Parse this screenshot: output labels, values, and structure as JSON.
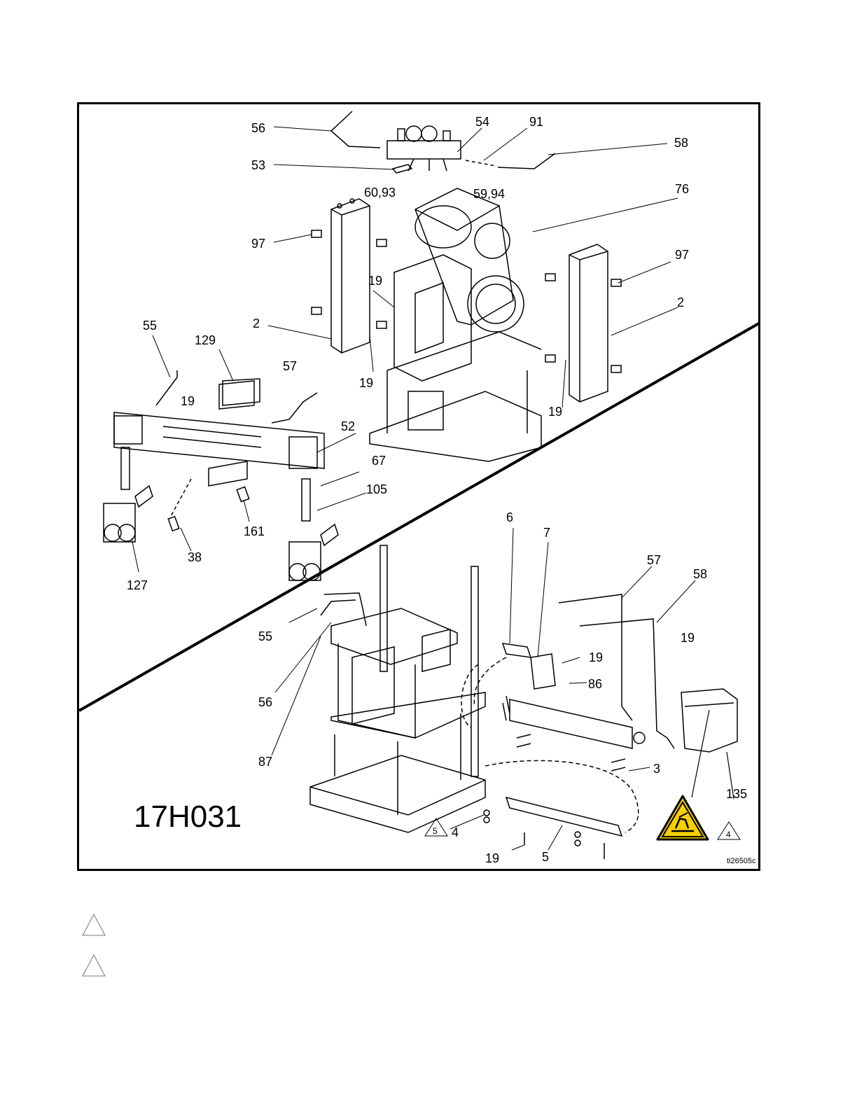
{
  "figure": {
    "model_number": "17H031",
    "image_ref": "ti26505c",
    "callouts_upper": [
      "56",
      "54",
      "91",
      "58",
      "53",
      "60,93",
      "59,94",
      "76",
      "97",
      "97",
      "19",
      "2",
      "2",
      "55",
      "129",
      "57",
      "19",
      "52",
      "19",
      "19",
      "67",
      "105",
      "161",
      "38",
      "127"
    ],
    "callouts_lower": [
      "6",
      "7",
      "57",
      "58",
      "19",
      "19",
      "86",
      "55",
      "56",
      "87",
      "3",
      "135",
      "4",
      "19",
      "5"
    ],
    "note_flags": [
      "5",
      "4"
    ]
  },
  "notes": [
    {
      "symbol": "triangle"
    },
    {
      "symbol": "triangle"
    }
  ],
  "icons": {
    "warning_label": "hot-surface-warning-icon",
    "note_flag": "note-triangle-icon"
  },
  "colors": {
    "line": "#000000",
    "warning_yellow": "#f5d000"
  }
}
